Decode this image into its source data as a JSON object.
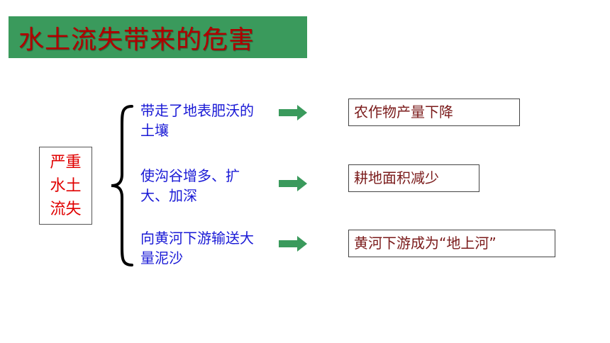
{
  "title": "水土流失带来的危害",
  "main_label": "严重水土流失",
  "rows": [
    {
      "cause": "带走了地表肥沃的土壤",
      "result": "农作物产量下降"
    },
    {
      "cause": "使沟谷增多、扩大、加深",
      "result": "耕地面积减少"
    },
    {
      "cause": "向黄河下游输送大量泥沙",
      "result": "黄河下游成为“地上河”"
    }
  ],
  "colors": {
    "banner": "#3a9a5c",
    "title": "#b00000",
    "main_label": "#e00000",
    "cause": "#1a1ad6",
    "result": "#7a1a1a",
    "arrow": "#3a9a5c"
  }
}
